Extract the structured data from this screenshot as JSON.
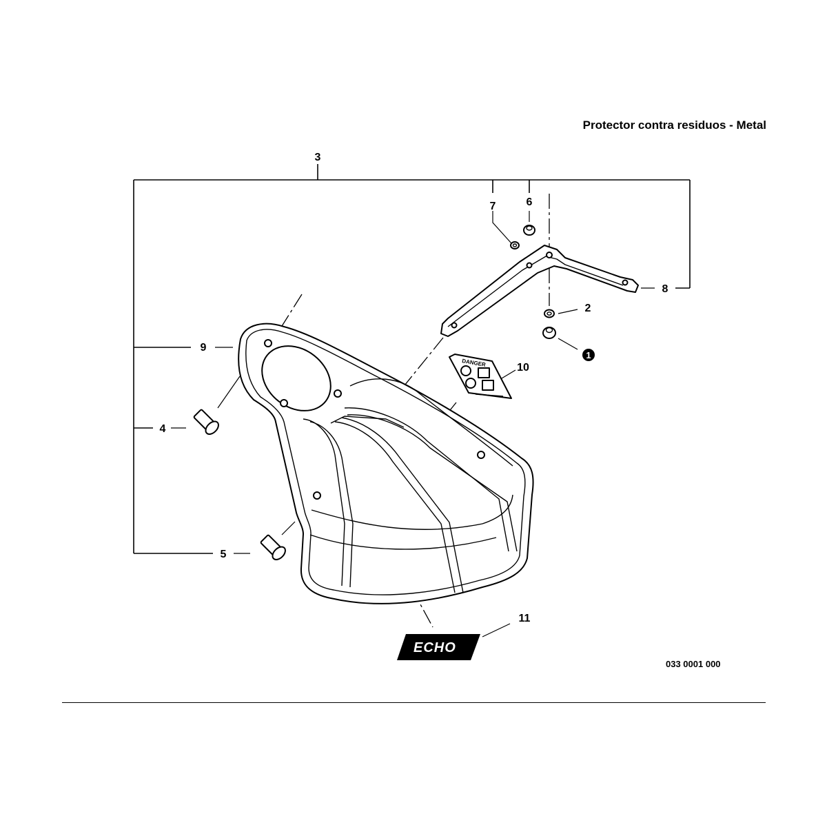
{
  "header": {
    "title": "Protector contra residuos - Metal"
  },
  "document": {
    "code": "033 0001 000"
  },
  "callouts": {
    "c1": "1",
    "c2": "2",
    "c3": "3",
    "c4": "4",
    "c5": "5",
    "c6": "6",
    "c7": "7",
    "c8": "8",
    "c9": "9",
    "c10": "10",
    "c11": "11"
  },
  "decal": {
    "warning_text": "DANGER"
  },
  "logo": {
    "text": "ECHO"
  },
  "icons": [
    "hex-nut-icon",
    "washer-icon",
    "bolt-icon",
    "bracket-icon",
    "debris-shield-icon",
    "danger-decal-icon",
    "echo-logo-icon"
  ]
}
